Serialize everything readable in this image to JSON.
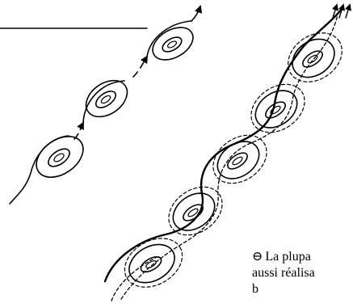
{
  "figure": {
    "left_group_name": "single-line-loops",
    "right_group_name": "double-line-loops",
    "icons": [
      "circled-arrow-icon"
    ]
  },
  "caption": {
    "arrow": "⊖",
    "line1": "La plupa",
    "line2": "aussi réalisa",
    "line3": "b"
  }
}
